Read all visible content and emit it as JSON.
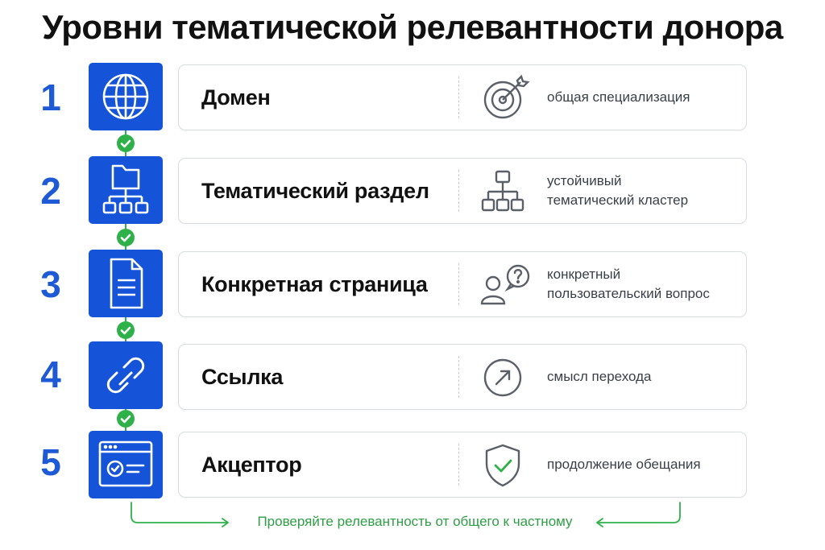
{
  "title": "Уровни тематической релевантности донора",
  "levels": [
    {
      "number": "1",
      "label": "Домен",
      "description": "общая специализация",
      "tile_icon": "globe-icon",
      "side_icon": "target-icon"
    },
    {
      "number": "2",
      "label": "Тематический раздел",
      "description": "устойчивый\nтематический кластер",
      "tile_icon": "folder-tree-icon",
      "side_icon": "hierarchy-icon"
    },
    {
      "number": "3",
      "label": "Конкретная страница",
      "description": "конкретный\nпользовательский вопрос",
      "tile_icon": "document-icon",
      "side_icon": "user-question-icon"
    },
    {
      "number": "4",
      "label": "Ссылка",
      "description": "смысл перехода",
      "tile_icon": "link-icon",
      "side_icon": "arrow-circle-icon"
    },
    {
      "number": "5",
      "label": "Акцептор",
      "description": "продолжение обещания",
      "tile_icon": "browser-check-icon",
      "side_icon": "shield-check-icon"
    }
  ],
  "footer": "Проверяйте релевантность от общего к частному",
  "colors": {
    "accent_blue": "#1553d8",
    "number_blue": "#1f5ad6",
    "check_green": "#2fb14a",
    "footer_green": "#2e9e45"
  }
}
